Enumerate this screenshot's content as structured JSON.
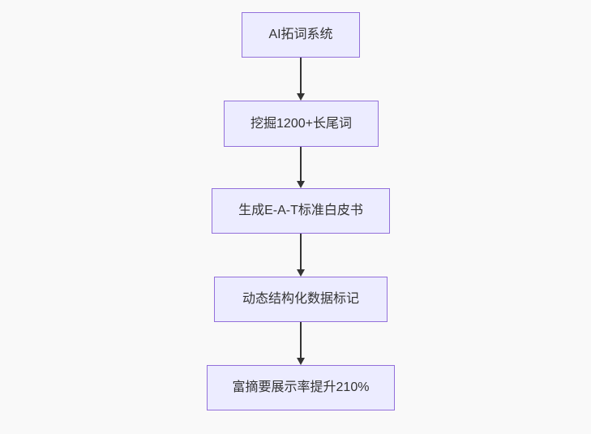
{
  "diagram": {
    "type": "flowchart",
    "direction": "top-down",
    "colors": {
      "page_background": "#f9f9f9",
      "node_fill": "#ECECFF",
      "node_border": "#9370DB",
      "node_text": "#333333",
      "arrow": "#333333"
    },
    "nodes": [
      {
        "id": "n1",
        "label": "AI拓词系统"
      },
      {
        "id": "n2",
        "label": "挖掘1200+长尾词"
      },
      {
        "id": "n3",
        "label": "生成E-A-T标准白皮书"
      },
      {
        "id": "n4",
        "label": "动态结构化数据标记"
      },
      {
        "id": "n5",
        "label": "富摘要展示率提升210%"
      }
    ],
    "edges": [
      {
        "from": "n1",
        "to": "n2"
      },
      {
        "from": "n2",
        "to": "n3"
      },
      {
        "from": "n3",
        "to": "n4"
      },
      {
        "from": "n4",
        "to": "n5"
      }
    ]
  }
}
